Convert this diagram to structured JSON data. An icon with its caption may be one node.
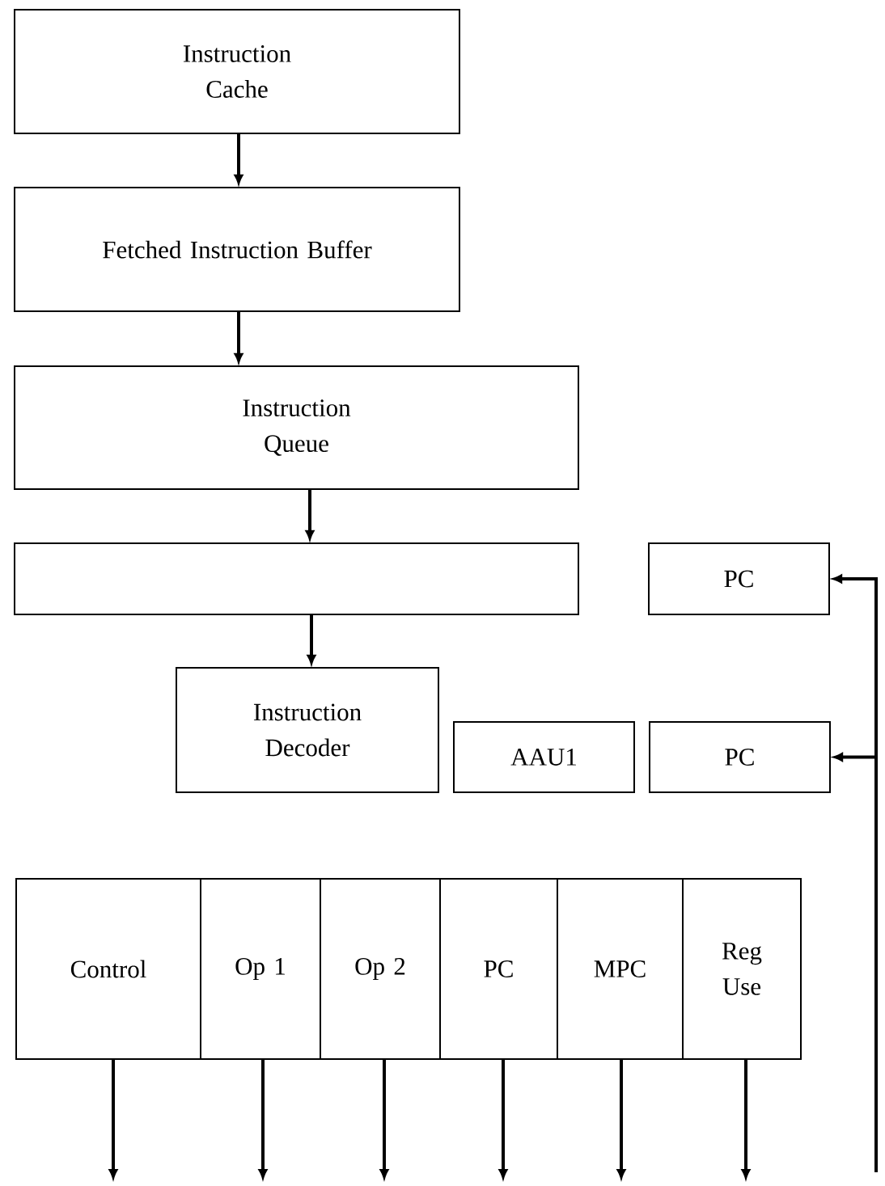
{
  "diagram": {
    "nodes": [
      {
        "text": [
          "Instruction Cache"
        ]
      },
      {
        "text": [
          "Fetched Instruction Buffer"
        ]
      },
      {
        "text": [
          "Instruction Queue"
        ]
      },
      {
        "text": [],
        "shape": "box"
      },
      {
        "text": [
          "PC"
        ]
      },
      {
        "text": [
          "Instruction Decoder"
        ]
      },
      {
        "text": [
          "AAU1"
        ]
      },
      {
        "text": [
          "PC"
        ]
      },
      {
        "text": [
          "Control"
        ]
      },
      {
        "text": [
          "Op 1"
        ]
      },
      {
        "text": [
          "Op 2"
        ]
      },
      {
        "text": [
          "PC"
        ]
      },
      {
        "text": [
          "MPC"
        ]
      },
      {
        "text": [
          "Reg Use"
        ]
      }
    ],
    "edges": [
      {
        "from": 0,
        "to": 1,
        "arrow": "to"
      },
      {
        "from": 1,
        "to": 2,
        "arrow": "to"
      },
      {
        "from": 2,
        "to": 3,
        "arrow": "to"
      },
      {
        "from": 3,
        "to": 5,
        "arrow": "to"
      },
      {
        "from": null,
        "to": 4,
        "arrow": "to"
      },
      {
        "from": null,
        "to": 7,
        "arrow": "to"
      },
      {
        "from": 8,
        "to": null,
        "arrow": "to"
      },
      {
        "from": 9,
        "to": null,
        "arrow": "to"
      },
      {
        "from": 10,
        "to": null,
        "arrow": "to"
      },
      {
        "from": 11,
        "to": null,
        "arrow": "to"
      },
      {
        "from": 12,
        "to": null,
        "arrow": "to"
      },
      {
        "from": 13,
        "to": null,
        "arrow": "to"
      }
    ]
  }
}
